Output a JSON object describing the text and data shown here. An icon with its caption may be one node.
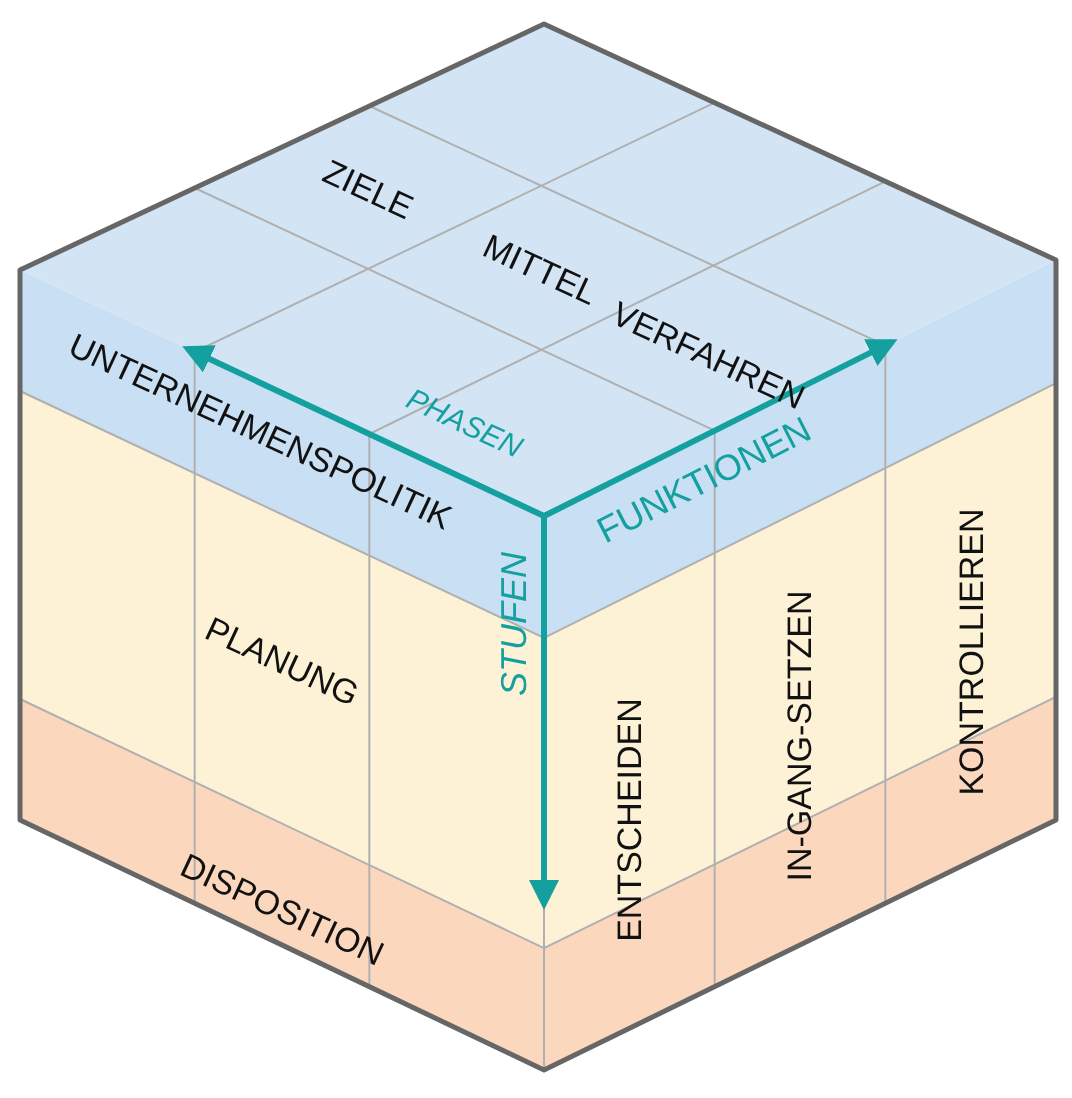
{
  "diagram": {
    "labels": [
      "ZIELE",
      "MITTEL",
      "VERFAHREN",
      "PHASEN",
      "FUNKTIONEN",
      "UNTERNEHMENSPOLITIK",
      "STUFEN",
      "PLANUNG",
      "ENTSCHEIDEN",
      "IN-GANG-SETZEN",
      "KONTROLLIEREN",
      "DISPOSITION"
    ]
  }
}
